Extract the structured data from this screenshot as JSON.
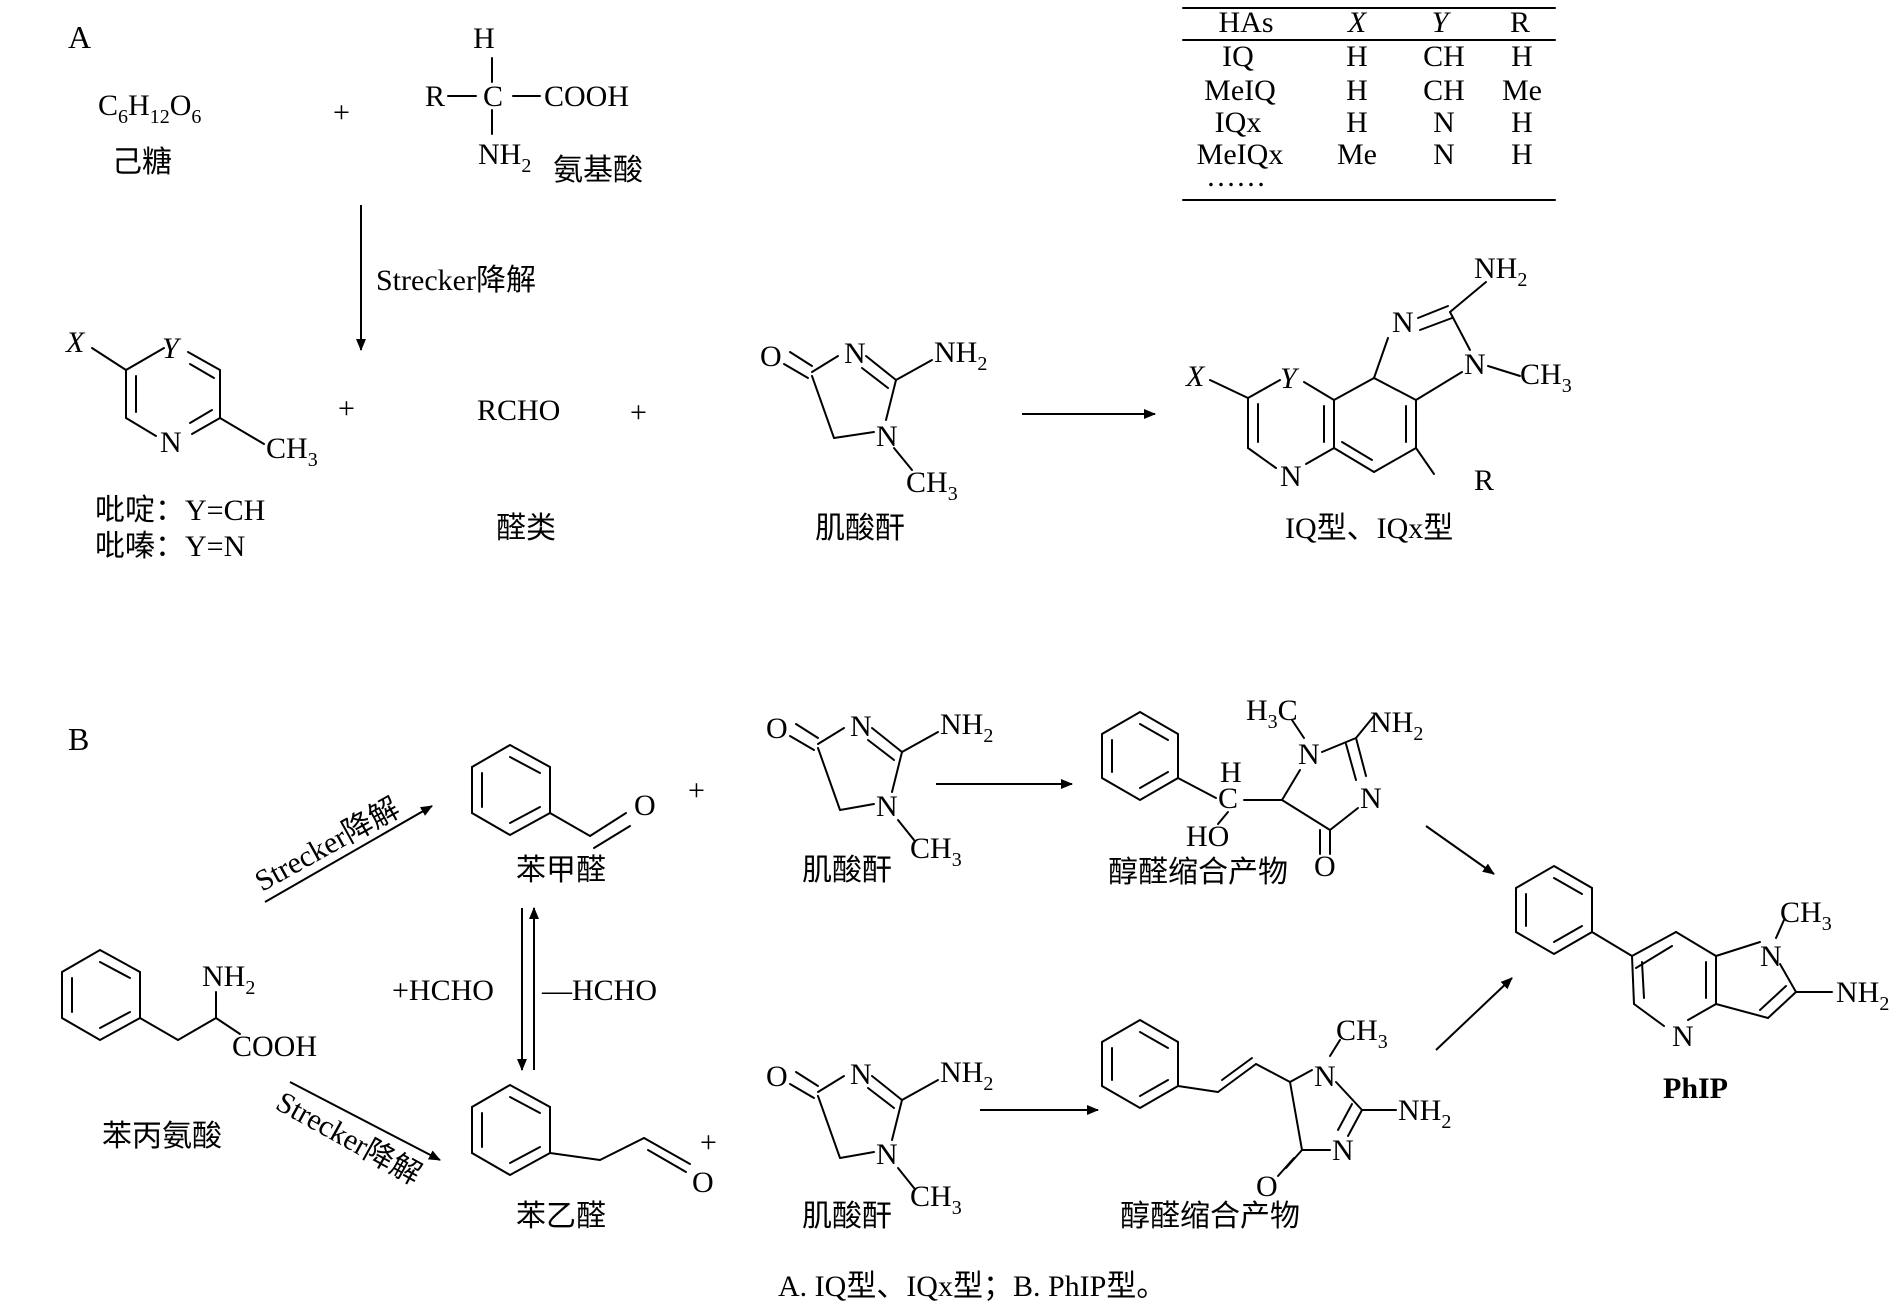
{
  "panels": {
    "a": "A",
    "b": "B"
  },
  "caption": "A. IQ型、IQx型；B. PhIP型。",
  "has_table": {
    "headers": [
      "HAs",
      "X",
      "Y",
      "R"
    ],
    "rows": [
      [
        "IQ",
        "H",
        "CH",
        "H"
      ],
      [
        "MeIQ",
        "H",
        "CH",
        "Me"
      ],
      [
        "IQx",
        "H",
        "N",
        "H"
      ],
      [
        "MeIQx",
        "Me",
        "N",
        "H"
      ],
      [
        "……",
        "",
        "",
        ""
      ]
    ]
  },
  "scheme_a": {
    "hexose_label": "己糖",
    "amino_acid_label": "氨基酸",
    "plus": "+",
    "strecker": "Strecker降解",
    "pyridine_label": "吡啶：Y=CH",
    "pyrazine_label": "吡嗪：Y=N",
    "aldehyde_formula": "RCHO",
    "aldehyde_label": "醛类",
    "creatinine_label": "肌酸酐",
    "product_label": "IQ型、IQx型"
  },
  "scheme_b": {
    "strecker": "Strecker降解",
    "benzaldehyde_label": "苯甲醛",
    "phenylacetaldehyde_label": "苯乙醛",
    "phenylalanine_label": "苯丙氨酸",
    "add_hcho": "+HCHO",
    "remove_hcho": "—HCHO",
    "creatinine_label": "肌酸酐",
    "aldol_label": "醇醛缩合产物",
    "plus": "+",
    "product_label": "PhIP"
  }
}
